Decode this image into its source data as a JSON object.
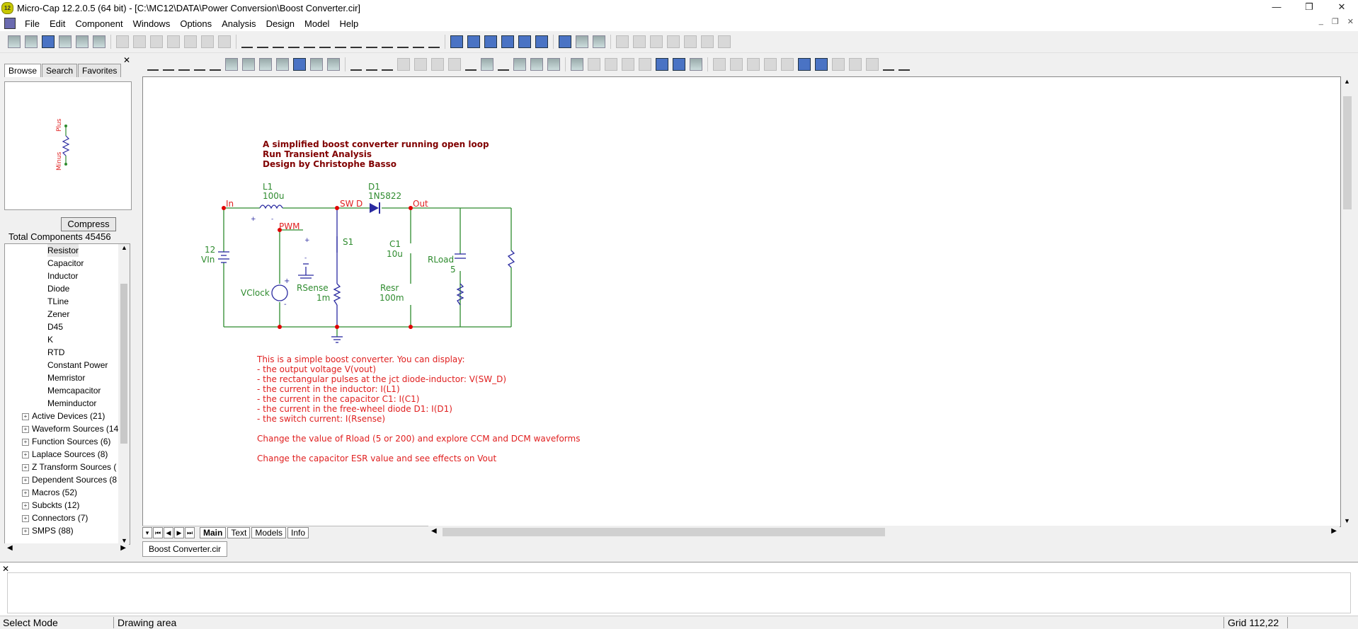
{
  "window": {
    "title": "Micro-Cap 12.2.0.5 (64 bit) - [C:\\MC12\\DATA\\Power Conversion\\Boost Converter.cir]",
    "icon": "app-icon"
  },
  "menu": [
    "File",
    "Edit",
    "Component",
    "Windows",
    "Options",
    "Analysis",
    "Design",
    "Model",
    "Help"
  ],
  "left_panel": {
    "tabs": [
      "Browse",
      "Search",
      "Favorites"
    ],
    "active_tab": "Browse",
    "preview": {
      "label_plus": "Plus",
      "label_minus": "Minus"
    },
    "compress_label": "Compress",
    "total_components": "Total Components 45456",
    "tree_items": [
      {
        "label": "Resistor",
        "level": 2,
        "expand": false
      },
      {
        "label": "Capacitor",
        "level": 2,
        "expand": false
      },
      {
        "label": "Inductor",
        "level": 2,
        "expand": false
      },
      {
        "label": "Diode",
        "level": 2,
        "expand": false
      },
      {
        "label": "TLine",
        "level": 2,
        "expand": false
      },
      {
        "label": "Zener",
        "level": 2,
        "expand": false
      },
      {
        "label": "D45",
        "level": 2,
        "expand": false
      },
      {
        "label": "K",
        "level": 2,
        "expand": false
      },
      {
        "label": "RTD",
        "level": 2,
        "expand": false
      },
      {
        "label": "Constant Power",
        "level": 2,
        "expand": false
      },
      {
        "label": "Memristor",
        "level": 2,
        "expand": false
      },
      {
        "label": "Memcapacitor",
        "level": 2,
        "expand": false
      },
      {
        "label": "Meminductor",
        "level": 2,
        "expand": false
      },
      {
        "label": "Active Devices (21)",
        "level": 1,
        "expand": true
      },
      {
        "label": "Waveform Sources (14",
        "level": 1,
        "expand": true
      },
      {
        "label": "Function Sources (6)",
        "level": 1,
        "expand": true
      },
      {
        "label": "Laplace Sources (8)",
        "level": 1,
        "expand": true
      },
      {
        "label": "Z Transform Sources (",
        "level": 1,
        "expand": true
      },
      {
        "label": "Dependent Sources (8",
        "level": 1,
        "expand": true
      },
      {
        "label": "Macros (52)",
        "level": 1,
        "expand": true
      },
      {
        "label": "Subckts (12)",
        "level": 1,
        "expand": true
      },
      {
        "label": "Connectors (7)",
        "level": 1,
        "expand": true
      },
      {
        "label": "SMPS (88)",
        "level": 1,
        "expand": true
      }
    ]
  },
  "schematic": {
    "header_lines": [
      "A simplified boost converter running open loop",
      "Run Transient Analysis",
      "Design by Christophe Basso"
    ],
    "components": {
      "L1": {
        "name": "L1",
        "value": "100u"
      },
      "D1": {
        "name": "D1",
        "value": "1N5822"
      },
      "VIn": {
        "value": "12",
        "name": "VIn"
      },
      "S1": {
        "name": "S1"
      },
      "C1": {
        "name": "C1",
        "value": "10u"
      },
      "RLoad": {
        "name": "RLoad",
        "value": "5"
      },
      "VClock": {
        "name": "VClock"
      },
      "RSense": {
        "name": "RSense",
        "value": "1m"
      },
      "Resr": {
        "name": "Resr",
        "value": "100m"
      }
    },
    "nodes": {
      "in": "In",
      "sw": "SW",
      "d": "D",
      "out": "Out",
      "pwm": "PWM"
    },
    "notes": [
      "This is a simple boost converter. You can display:",
      "- the output voltage V(vout)",
      "- the rectangular pulses at the jct diode-inductor: V(SW_D)",
      "- the current in the inductor: I(L1)",
      "- the current in the capacitor C1: I(C1)",
      "- the current in the free-wheel diode D1: I(D1)",
      "- the switch current: I(Rsense)"
    ],
    "note2": "Change the value of Rload (5 or 200) and explore CCM and DCM waveforms",
    "note3": "Change the capacitor ESR value and see effects on Vout",
    "colors": {
      "wire": "#2e8b2e",
      "node": "#e00000",
      "text_dark": "#800000",
      "text_red": "#e02020",
      "component": "#2a2aa0",
      "label_green": "#2e8b2e"
    }
  },
  "bottom_tabs": [
    "Main",
    "Text",
    "Models",
    "Info"
  ],
  "file_tab": "Boost Converter.cir",
  "status": {
    "mode": "Select Mode",
    "area": "Drawing area",
    "grid": "Grid 112,22"
  }
}
